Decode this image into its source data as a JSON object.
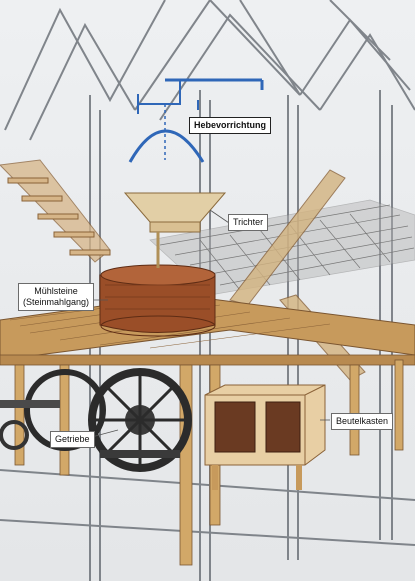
{
  "labels": {
    "lifting": "Hebevorrichtung",
    "hopper": "Trichter",
    "millstones_line1": "Mühlsteine",
    "millstones_line2": "(Steinmahlgang)",
    "gearbox": "Getriebe",
    "sieve_box": "Beutelkasten"
  },
  "colors": {
    "frame_line": "#6e737a",
    "wood": "#c9a06a",
    "wood_dark": "#8a6238",
    "millstone": "#9a4e28",
    "hopper": "#e2cfa6",
    "sieve_box": "#e8cfa4",
    "sieve_panel": "#6a3a22",
    "lifting_blue": "#2f67b8",
    "gear_dark": "#2b2b2b"
  }
}
